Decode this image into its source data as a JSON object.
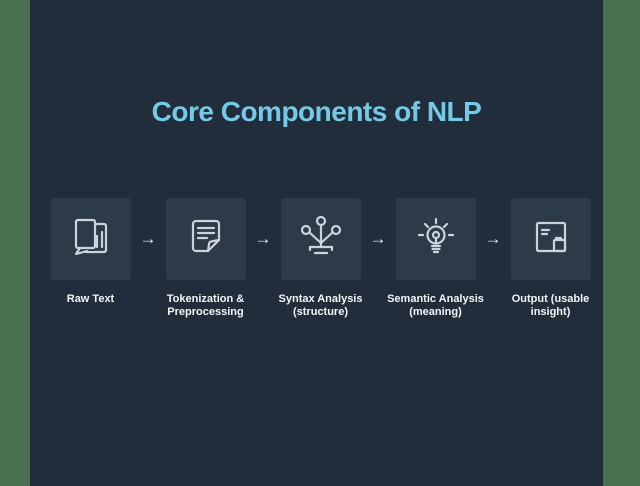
{
  "title": "Core Components of NLP",
  "arrow_glyph": "→",
  "colors": {
    "background": "#212d3a",
    "side_border_green": "#4a7150",
    "icon_panel": "#2d3b49",
    "title_accent": "#74cae6",
    "label_text": "#f2f5f7",
    "icon_stroke": "#ccd4db"
  },
  "steps": [
    {
      "label": "Raw Text",
      "icon": "document-pages-icon"
    },
    {
      "label": "Tokenization &\nPreprocessing",
      "icon": "document-lines-icon"
    },
    {
      "label": "Syntax Analysis\n(structure)",
      "icon": "parse-tree-icon"
    },
    {
      "label": "Semantic Analysis\n(meaning)",
      "icon": "lightbulb-icon"
    },
    {
      "label": "Output (usable\ninsight)",
      "icon": "report-square-icon"
    }
  ]
}
